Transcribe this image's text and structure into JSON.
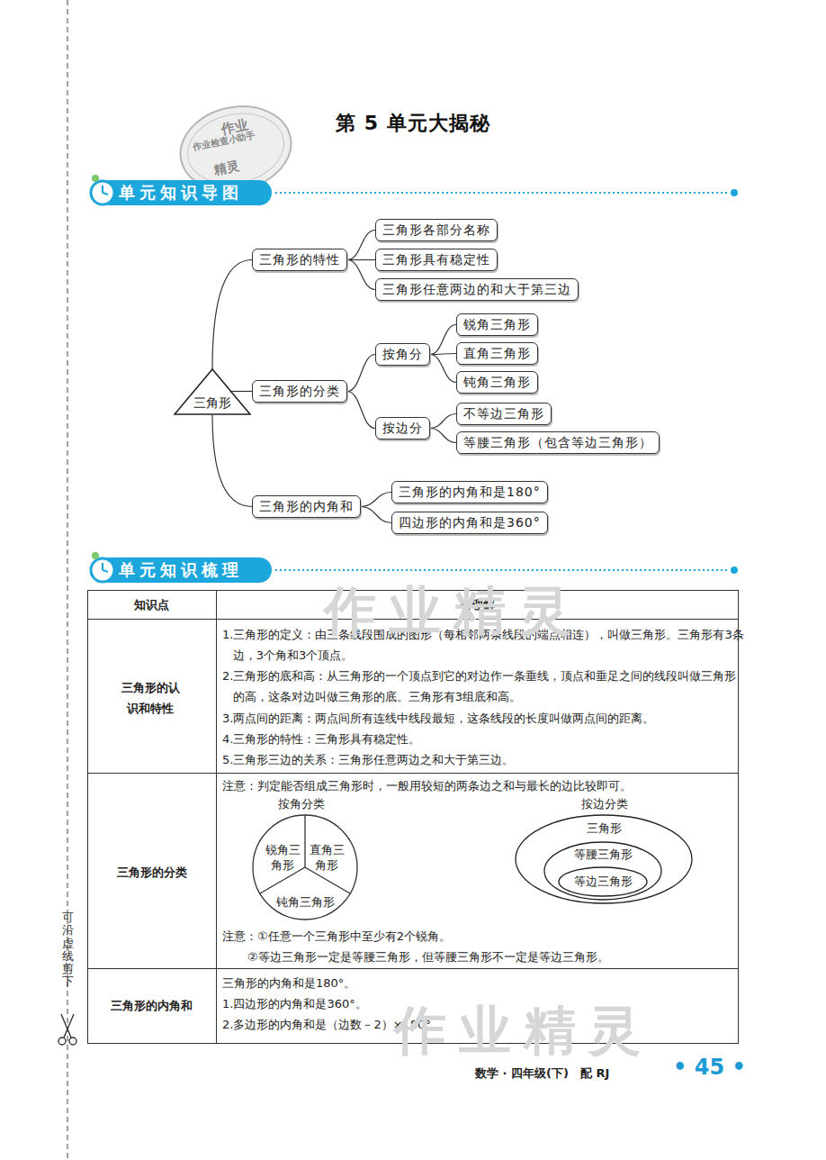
{
  "diagram": {
    "title": "第 5 单元大揭秘",
    "nodes": [
      {
        "text": [
          "三角形"
        ]
      },
      {
        "text": [
          "三角形的特性"
        ]
      },
      {
        "text": [
          "三角形各部分名称"
        ]
      },
      {
        "text": [
          "三角形具有稳定性"
        ]
      },
      {
        "text": [
          "三角形任意两边的和大于第三边"
        ]
      },
      {
        "text": [
          "三角形的分类"
        ]
      },
      {
        "text": [
          "按角分"
        ]
      },
      {
        "text": [
          "锐角三角形"
        ]
      },
      {
        "text": [
          "直角三角形"
        ]
      },
      {
        "text": [
          "钝角三角形"
        ]
      },
      {
        "text": [
          "按边分"
        ]
      },
      {
        "text": [
          "不等边三角形"
        ]
      },
      {
        "text": [
          "等腰三角形（包含等边三角形）"
        ]
      },
      {
        "text": [
          "三角形的内角和"
        ]
      },
      {
        "text": [
          "三角形的内角和是180°"
        ]
      },
      {
        "text": [
          "四边形的内角和是360°"
        ]
      },
      {
        "text": [
          "锐角三角形"
        ]
      },
      {
        "text": [
          "直角三角形"
        ]
      },
      {
        "text": [
          "钝角三角形"
        ]
      },
      {
        "text": [
          "三角形"
        ]
      },
      {
        "text": [
          "等腰三角形"
        ],
        "in": 19
      },
      {
        "text": [
          "等边三角形"
        ],
        "in": 20
      }
    ],
    "edges": [
      {
        "from": 0,
        "to": 1,
        "arrow": "none"
      },
      {
        "from": 1,
        "to": 2,
        "arrow": "none"
      },
      {
        "from": 1,
        "to": 3,
        "arrow": "none"
      },
      {
        "from": 1,
        "to": 4,
        "arrow": "none"
      },
      {
        "from": 0,
        "to": 5,
        "arrow": "none"
      },
      {
        "from": 5,
        "to": 6,
        "arrow": "none"
      },
      {
        "from": 6,
        "to": 7,
        "arrow": "none"
      },
      {
        "from": 6,
        "to": 8,
        "arrow": "none"
      },
      {
        "from": 6,
        "to": 9,
        "arrow": "none"
      },
      {
        "from": 5,
        "to": 10,
        "arrow": "none"
      },
      {
        "from": 10,
        "to": 11,
        "arrow": "none"
      },
      {
        "from": 10,
        "to": 12,
        "arrow": "none"
      },
      {
        "from": 0,
        "to": 13,
        "arrow": "none"
      },
      {
        "from": 13,
        "to": 14,
        "arrow": "none"
      },
      {
        "from": 13,
        "to": 15,
        "arrow": "none"
      }
    ],
    "labels": [
      "作业",
      "作业检查小助手",
      "精灵",
      "单元知识导图",
      "单元知识梳理",
      "知识点",
      "巧理解",
      "三角形的认识和特性",
      "1.三角形的定义：由三条线段围成的图形（每相邻两条线段的端点相连），叫做三角形。三角形有3条边，3个角和3个顶点。",
      "2.三角形的底和高：从三角形的一个顶点到它的对边作一条垂线，顶点和垂足之间的线段叫做三角形的高，这条对边叫做三角形的底。三角形有3组底和高。",
      "3.两点间的距离：两点间所有连线中线段最短，这条线段的长度叫做两点间的距离。",
      "4.三角形的特性：三角形具有稳定性。",
      "5.三角形三边的关系：三角形任意两边之和大于第三边。",
      "三角形的分类",
      "注意：判定能否组成三角形时，一般用较短的两条边之和与最长的边比较即可。",
      "按角分类",
      "按边分类",
      "注意：①任意一个三角形中至少有2个锐角。",
      "②等边三角形一定是等腰三角形，但等腰三角形不一定是等边三角形。",
      "三角形的内角和",
      "三角形的内角和是180°。",
      "1.四边形的内角和是360°。",
      "2.多边形的内角和是（边数－2）×180°。",
      "作业精灵",
      "作业精灵",
      "可沿虚线剪下",
      "数学 · 四年级(下)　配 RJ",
      "• 45 •"
    ]
  }
}
